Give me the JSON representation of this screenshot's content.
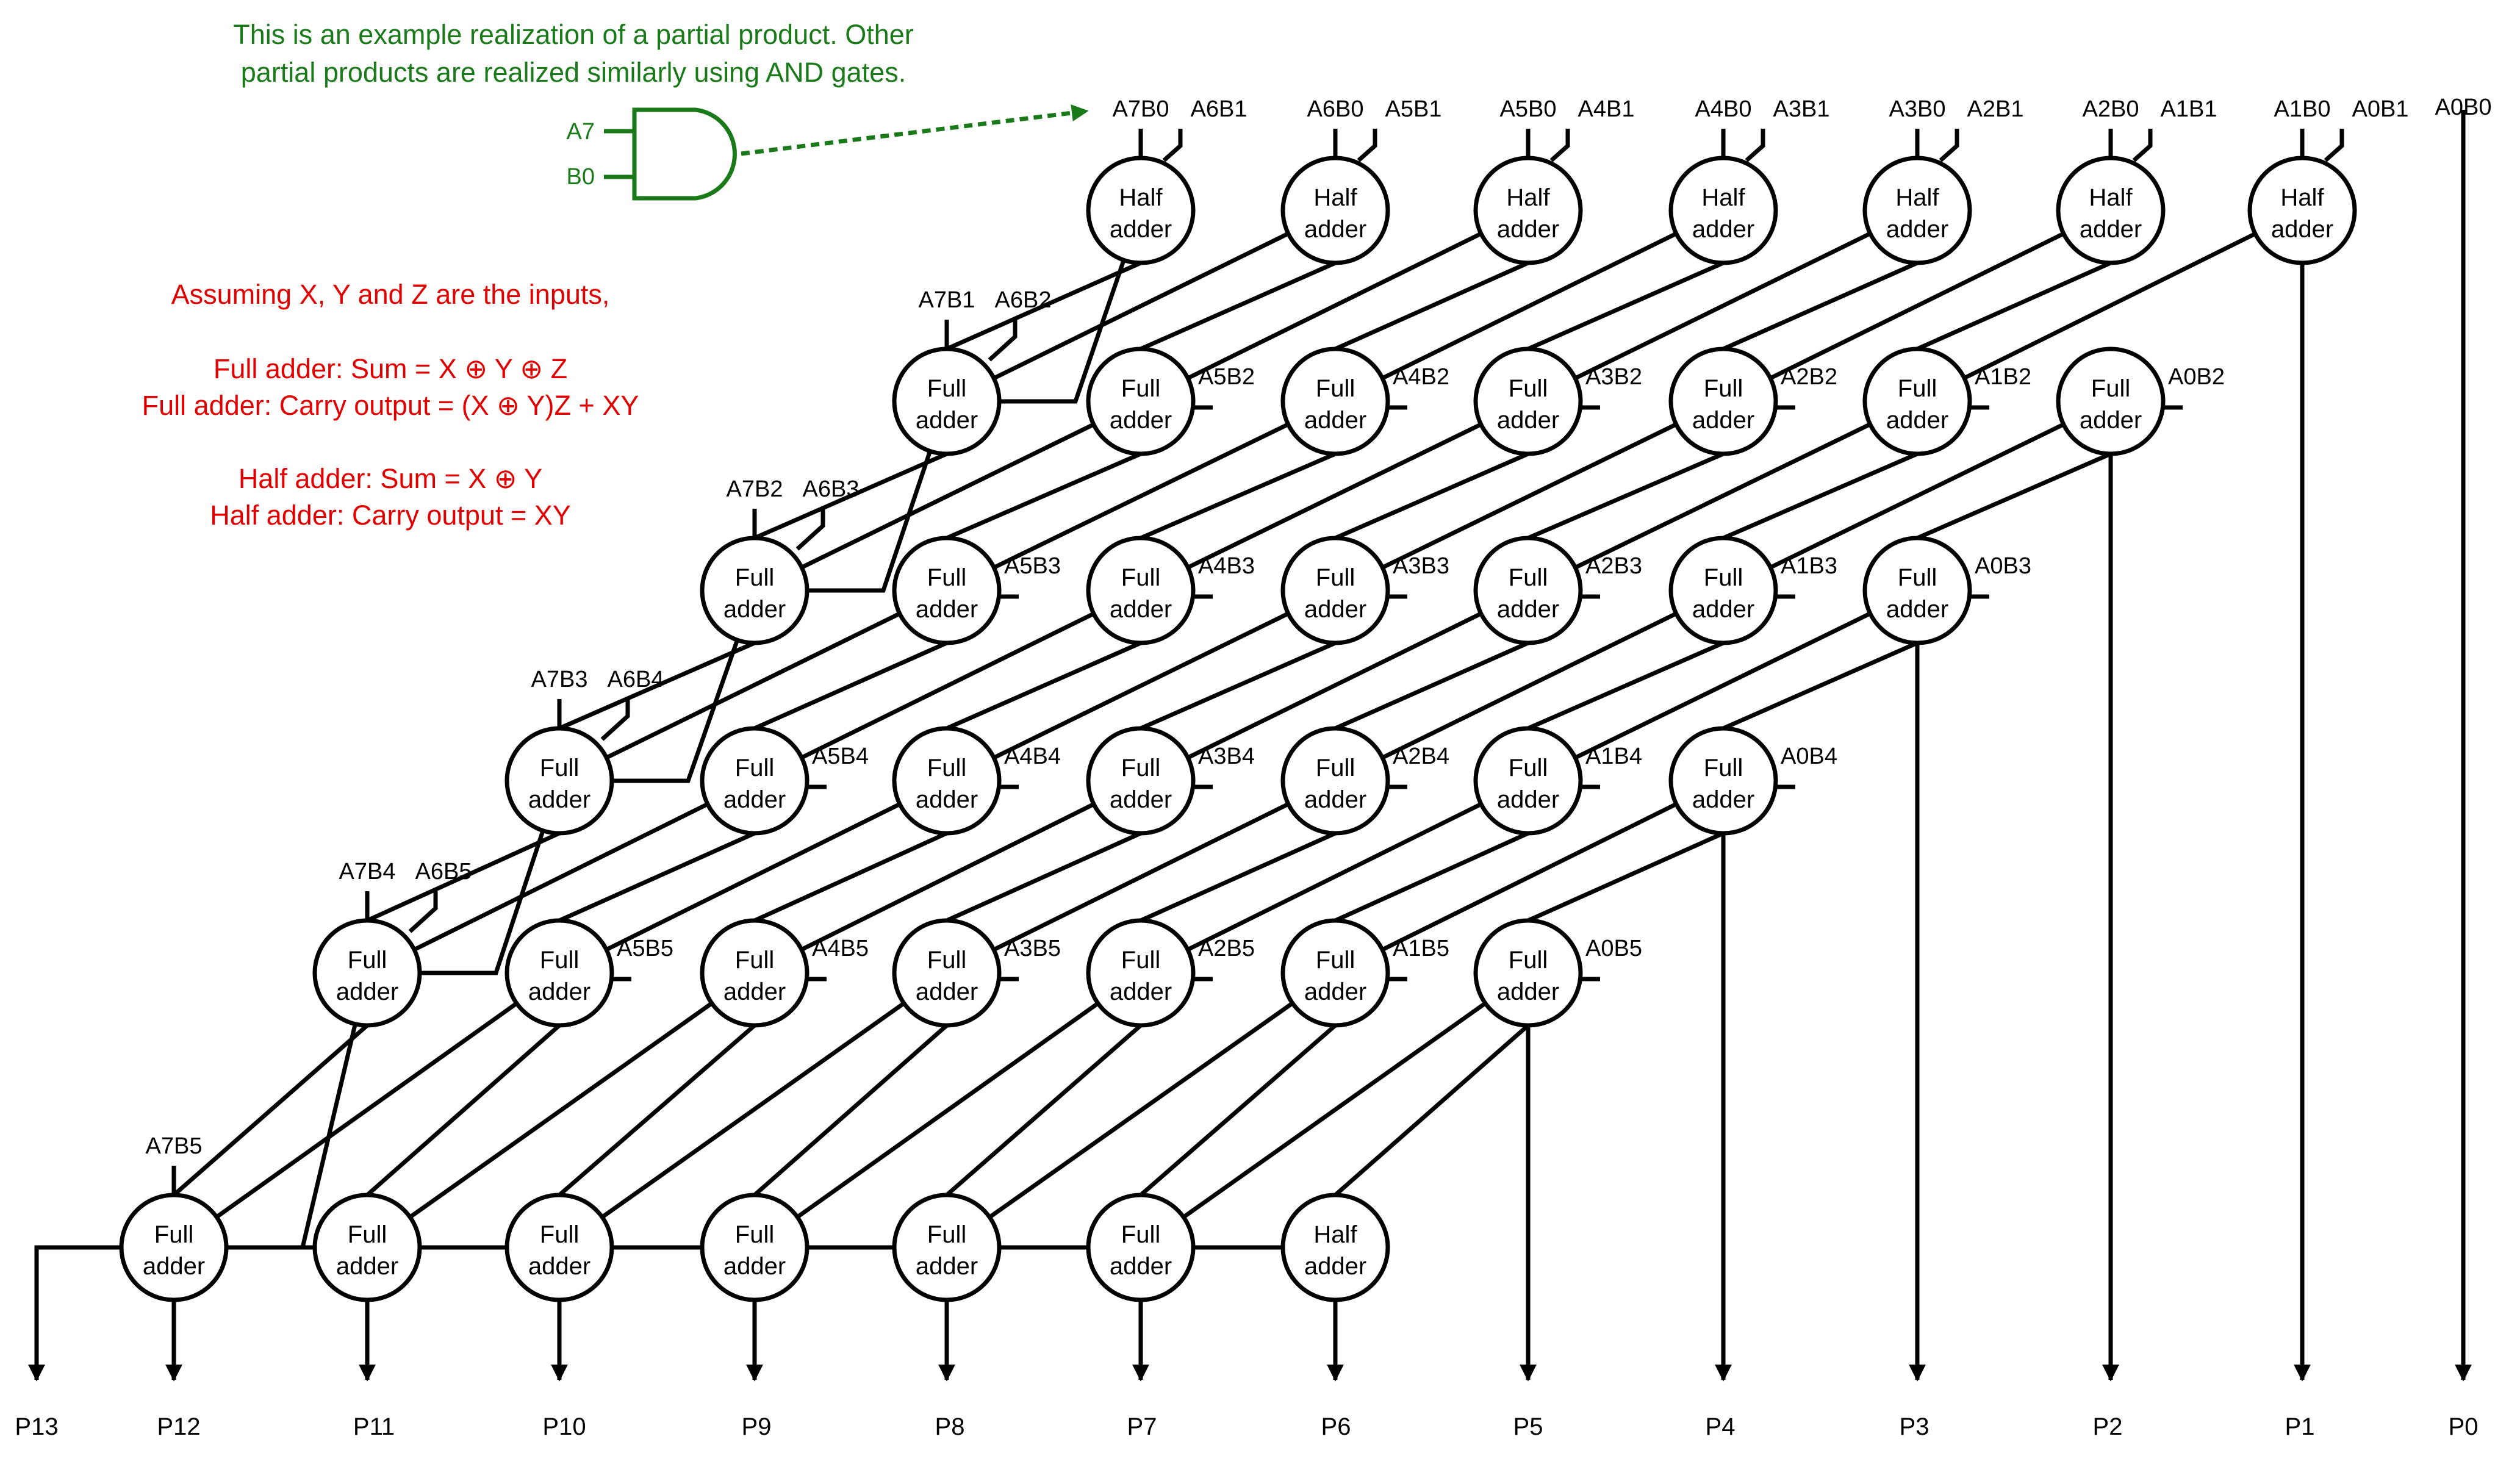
{
  "notes": {
    "green_line1": "This is an example realization of a partial product. Other",
    "green_line2": "partial products are realized similarly using AND gates.",
    "red_assume": "Assuming X, Y and Z are the inputs,",
    "red_fa_sum": "Full adder: Sum = X ⊕ Y ⊕ Z",
    "red_fa_carry": "Full adder: Carry output = (X ⊕ Y)Z + XY",
    "red_ha_sum": "Half adder: Sum = X ⊕ Y",
    "red_ha_carry": "Half adder: Carry output = XY"
  },
  "gate": {
    "input1": "A7",
    "input2": "B0"
  },
  "node_labels": {
    "half": [
      "Half",
      "adder"
    ],
    "full": [
      "Full",
      "adder"
    ]
  },
  "rows": [
    {
      "cells": [
        {
          "type": "half",
          "top": "A7B0",
          "side": "A6B1"
        },
        {
          "type": "half",
          "top": "A6B0",
          "side": "A5B1"
        },
        {
          "type": "half",
          "top": "A5B0",
          "side": "A4B1"
        },
        {
          "type": "half",
          "top": "A4B0",
          "side": "A3B1"
        },
        {
          "type": "half",
          "top": "A3B0",
          "side": "A2B1"
        },
        {
          "type": "half",
          "top": "A2B0",
          "side": "A1B1"
        },
        {
          "type": "half",
          "top": "A1B0",
          "side": "A0B1"
        }
      ]
    },
    {
      "cells": [
        {
          "type": "full",
          "top": "A7B1",
          "side": "A6B2"
        },
        {
          "type": "full",
          "side": "A5B2"
        },
        {
          "type": "full",
          "side": "A4B2"
        },
        {
          "type": "full",
          "side": "A3B2"
        },
        {
          "type": "full",
          "side": "A2B2"
        },
        {
          "type": "full",
          "side": "A1B2"
        },
        {
          "type": "full",
          "side": "A0B2"
        }
      ]
    },
    {
      "cells": [
        {
          "type": "full",
          "top": "A7B2",
          "side": "A6B3"
        },
        {
          "type": "full",
          "side": "A5B3"
        },
        {
          "type": "full",
          "side": "A4B3"
        },
        {
          "type": "full",
          "side": "A3B3"
        },
        {
          "type": "full",
          "side": "A2B3"
        },
        {
          "type": "full",
          "side": "A1B3"
        },
        {
          "type": "full",
          "side": "A0B3"
        }
      ]
    },
    {
      "cells": [
        {
          "type": "full",
          "top": "A7B3",
          "side": "A6B4"
        },
        {
          "type": "full",
          "side": "A5B4"
        },
        {
          "type": "full",
          "side": "A4B4"
        },
        {
          "type": "full",
          "side": "A3B4"
        },
        {
          "type": "full",
          "side": "A2B4"
        },
        {
          "type": "full",
          "side": "A1B4"
        },
        {
          "type": "full",
          "side": "A0B4"
        }
      ]
    },
    {
      "cells": [
        {
          "type": "full",
          "top": "A7B4",
          "side": "A6B5"
        },
        {
          "type": "full",
          "side": "A5B5"
        },
        {
          "type": "full",
          "side": "A4B5"
        },
        {
          "type": "full",
          "side": "A3B5"
        },
        {
          "type": "full",
          "side": "A2B5"
        },
        {
          "type": "full",
          "side": "A1B5"
        },
        {
          "type": "full",
          "side": "A0B5"
        }
      ]
    },
    {
      "cells": [
        {
          "type": "full",
          "top": "A7B5"
        },
        {
          "type": "full"
        },
        {
          "type": "full"
        },
        {
          "type": "full"
        },
        {
          "type": "full"
        },
        {
          "type": "full"
        },
        {
          "type": "half"
        }
      ]
    }
  ],
  "a0b0": "A0B0",
  "outputs": [
    "P13",
    "P12",
    "P11",
    "P10",
    "P9",
    "P8",
    "P7",
    "P6",
    "P5",
    "P4",
    "P3",
    "P2",
    "P1",
    "P0"
  ]
}
